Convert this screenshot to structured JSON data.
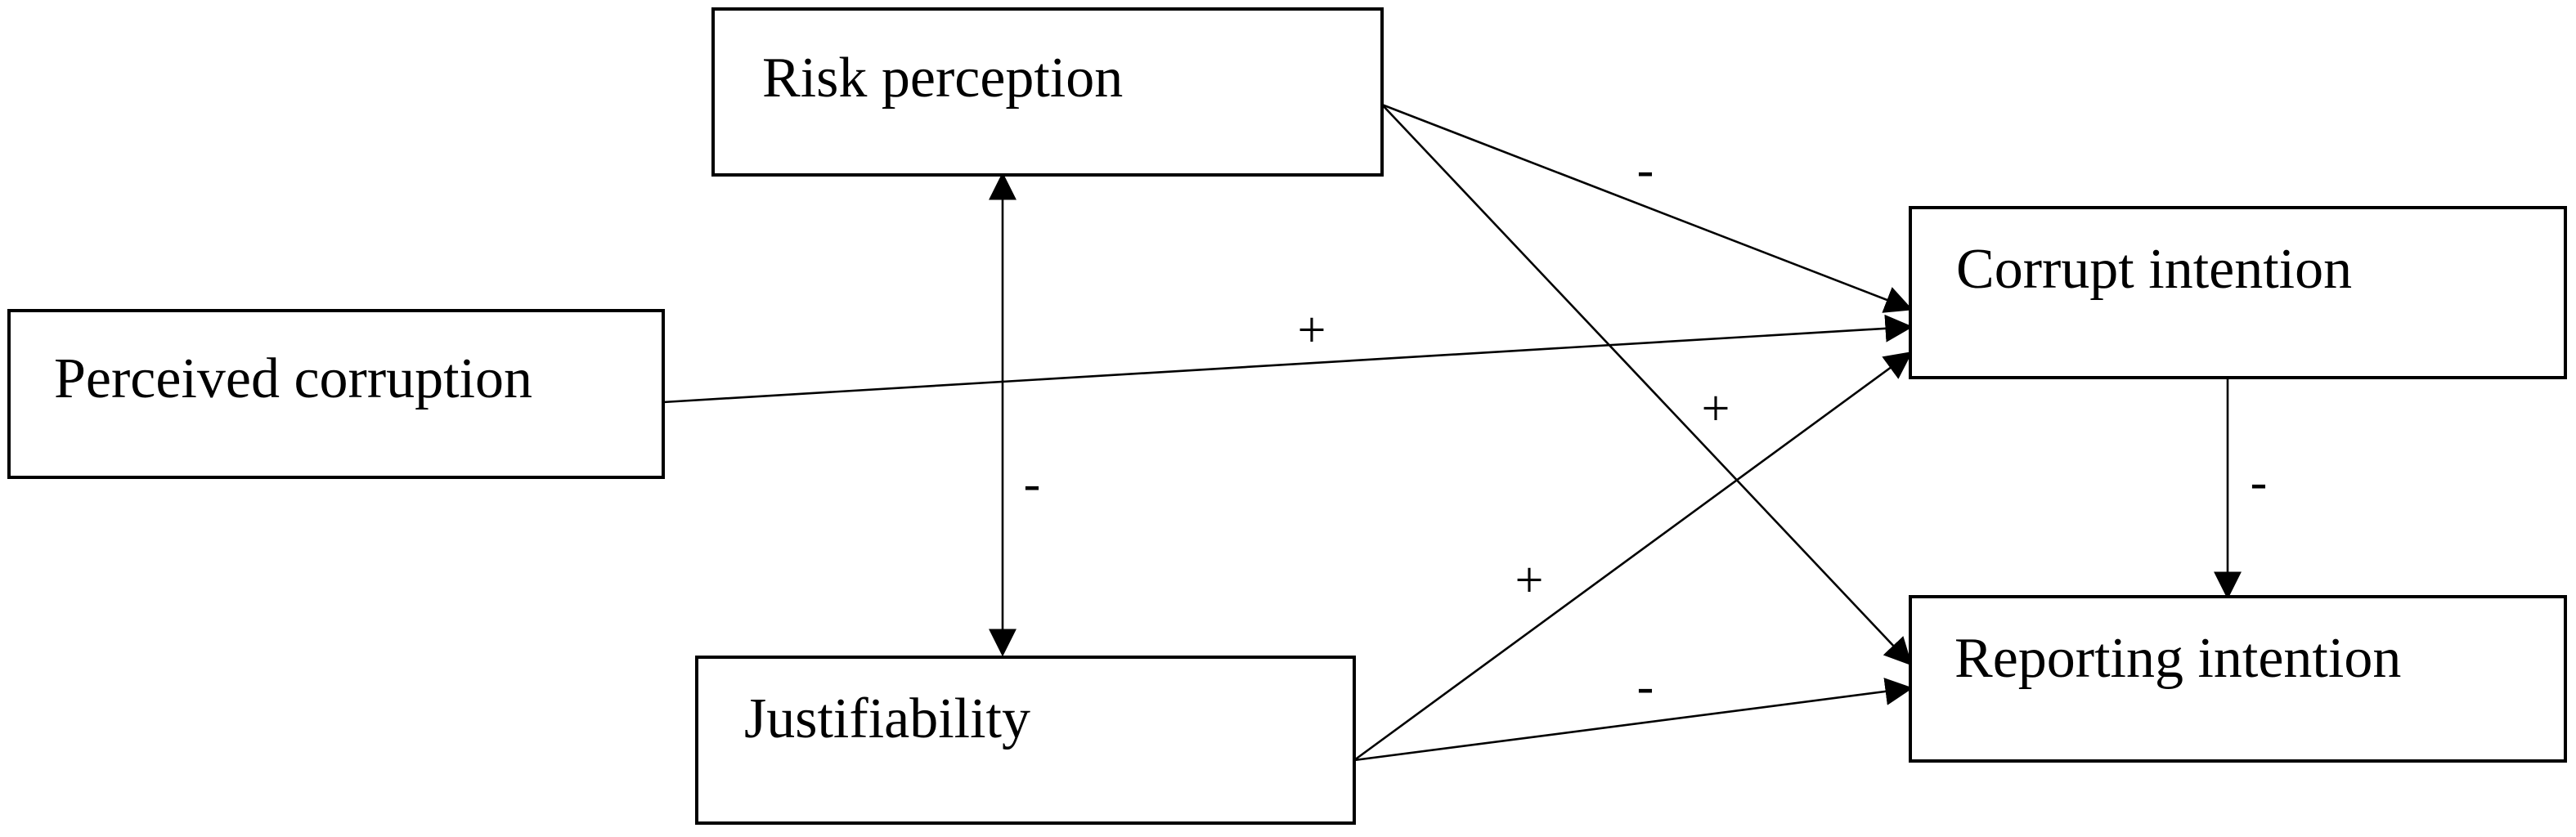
{
  "nodes": {
    "risk_perception": "Risk perception",
    "perceived_corruption": "Perceived corruption",
    "justifiability": "Justifiability",
    "corrupt_intention": "Corrupt intention",
    "reporting_intention": "Reporting intention"
  },
  "edges": [
    {
      "from": "Risk perception",
      "to": "Justifiability",
      "sign": "-",
      "bidirectional": true
    },
    {
      "from": "Risk perception",
      "to": "Corrupt intention",
      "sign": "-"
    },
    {
      "from": "Risk perception",
      "to": "Reporting intention",
      "sign": "+"
    },
    {
      "from": "Perceived corruption",
      "to": "Corrupt intention",
      "sign": "+"
    },
    {
      "from": "Justifiability",
      "to": "Corrupt intention",
      "sign": "+"
    },
    {
      "from": "Justifiability",
      "to": "Reporting intention",
      "sign": "-"
    },
    {
      "from": "Corrupt intention",
      "to": "Reporting intention",
      "sign": "-"
    }
  ]
}
